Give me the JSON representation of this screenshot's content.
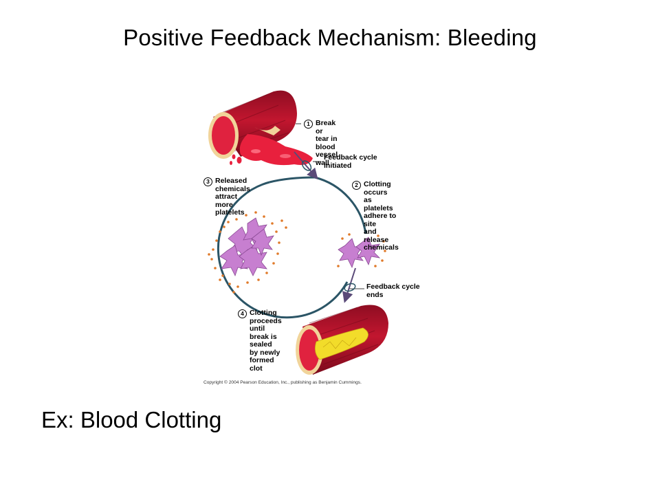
{
  "title": "Positive Feedback Mechanism: Bleeding",
  "figure": {
    "steps": [
      {
        "num": "1",
        "text": "Break or tear in\nblood vessel\nwall"
      },
      {
        "num": "2",
        "text": "Clotting occurs\nas platelets\nadhere to site\nand release\nchemicals"
      },
      {
        "num": "3",
        "text": "Released\nchemicals\nattract more\nplatelets"
      },
      {
        "num": "4",
        "text": "Clotting proceeds\nuntil break is\nsealed by newly\nformed clot"
      }
    ],
    "notes": {
      "initiated": "Feedback cycle\ninitiated",
      "ends": "Feedback cycle\nends"
    },
    "copyright": "Copyright © 2004 Pearson Education, Inc., publishing as Benjamin Cummings.",
    "colors": {
      "vessel": "#b3122b",
      "lumen": "#e0223f",
      "blood": "#e8203d",
      "platelet": "#c77fd0",
      "dots": "#e07a2a",
      "cycle": "#2b5566",
      "clot": "#f2dc2a"
    }
  },
  "example": "Ex: Blood Clotting"
}
